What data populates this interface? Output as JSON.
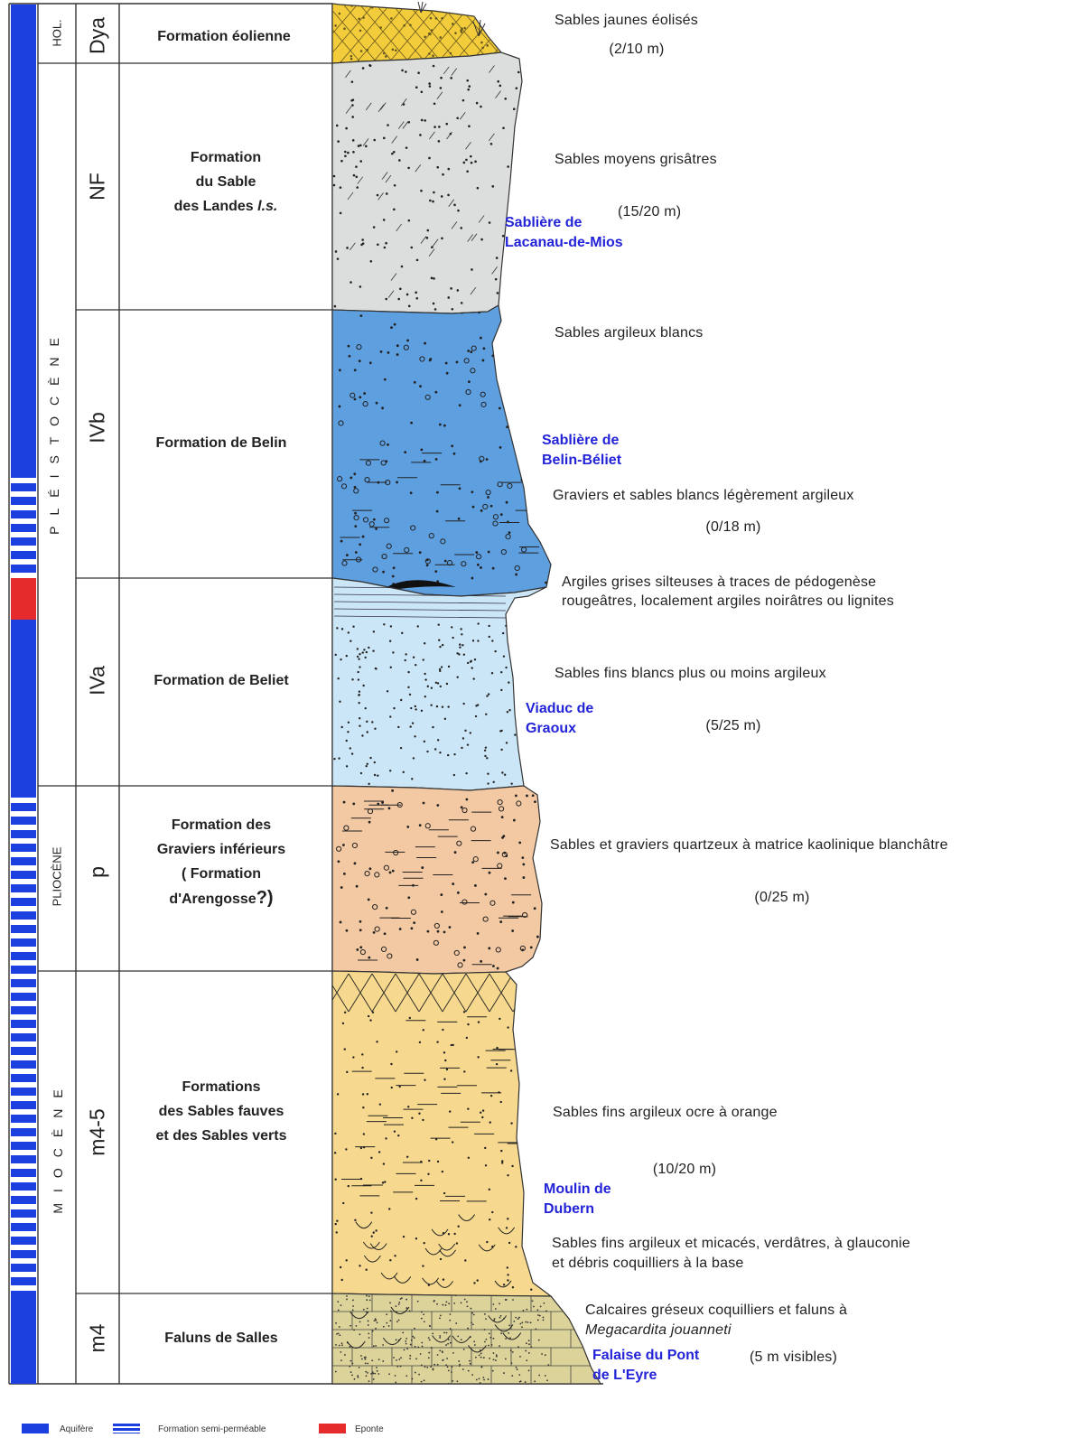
{
  "periods": [
    {
      "id": "holocene",
      "label": "HOL."
    },
    {
      "id": "pleistocene",
      "label": "PLÉISTOCÈNE"
    },
    {
      "id": "pliocene",
      "label": "PLIOCÈNE"
    },
    {
      "id": "miocene",
      "label": "MIOCÈNE"
    }
  ],
  "layers": [
    {
      "code": "Dya",
      "name": "Formation éolienne",
      "description": [
        "Sables jaunes éolisés",
        "(2/10 m)"
      ],
      "color": "#f2cc3a"
    },
    {
      "code": "NF",
      "name": "Formation\ndu Sable\ndes Landes ",
      "name_em": "l.s.",
      "description": [
        "Sables moyens grisâtres",
        "(15/20 m)"
      ],
      "color": "#dcdddd",
      "site": "Sablière de\nLacanau-de-Mios"
    },
    {
      "code": "IVb",
      "name": "Formation de Belin",
      "description": [
        "Sables argileux blancs",
        "Graviers et sables blancs légèrement argileux",
        "(0/18 m)",
        "Argiles grises silteuses à traces de pédogenèse",
        "rougeâtres, localement argiles noirâtres ou lignites"
      ],
      "color": "#5e9fe0",
      "site": "Sablière de\nBelin-Béliet"
    },
    {
      "code": "IVa",
      "name": "Formation de Beliet",
      "description": [
        "Sables fins blancs plus ou moins argileux",
        "(5/25 m)"
      ],
      "color": "#cbe6f6",
      "site": "Viaduc de\nGraoux"
    },
    {
      "code": "p",
      "name": "Formation  des\nGraviers inférieurs\n( Formation\nd'Arengosse",
      "name_q": "?)",
      "description": [
        "Sables et graviers quartzeux à matrice kaolinique blanchâtre",
        "(0/25 m)"
      ],
      "color": "#f3c9a3"
    },
    {
      "code": "m4-5",
      "name": "Formations\ndes Sables fauves\net des Sables verts",
      "description": [
        "Sables fins argileux ocre à orange",
        "(10/20 m)",
        "Sables fins argileux et micacés, verdâtres, à glauconie",
        "et débris coquilliers à la base"
      ],
      "color": "#f6d98e",
      "site": "Moulin de\nDubern"
    },
    {
      "code": "m4",
      "name": "Faluns de Salles",
      "description": [
        "Calcaires gréseux coquilliers et faluns à",
        "Megacardita jouanneti",
        "(5 m visibles)"
      ],
      "color": "#dcd39a",
      "site": "Falaise du Pont\nde L'Eyre"
    }
  ],
  "legend": [
    {
      "label": "Aquifère",
      "color": "#1c3fe0"
    },
    {
      "label": "Formation semi-perméable",
      "color": "#1c3fe0"
    },
    {
      "label": "Eponte",
      "color": "#e52b2b"
    }
  ]
}
